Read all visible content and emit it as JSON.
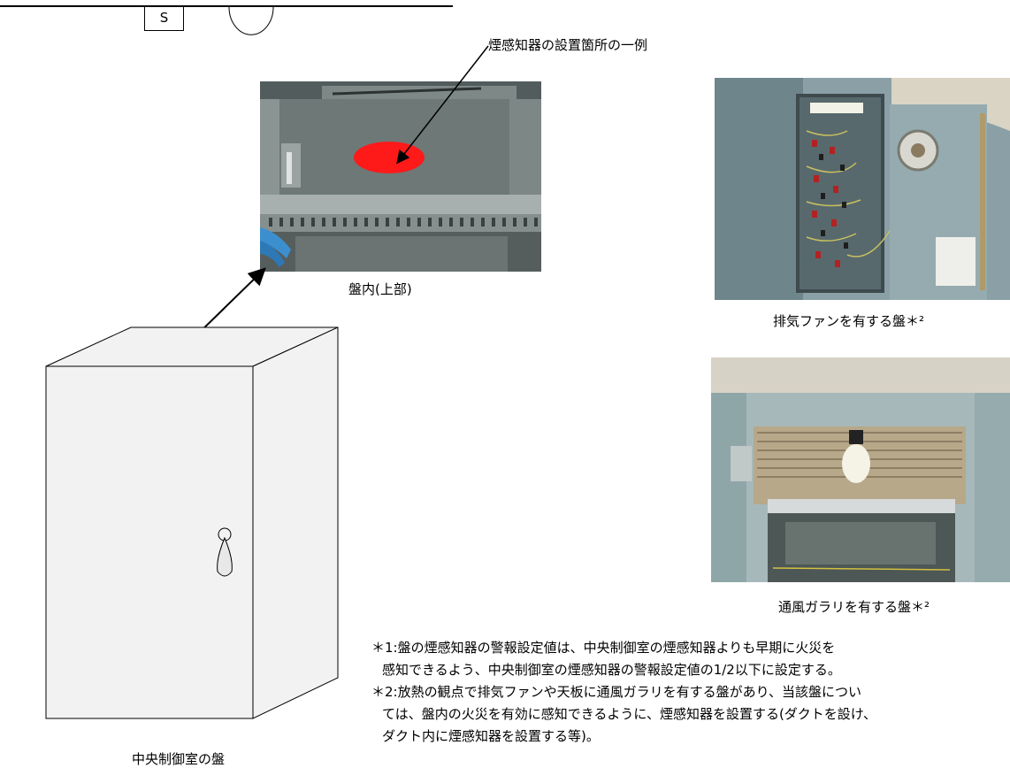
{
  "legend": {
    "smoke_symbol": "S"
  },
  "callout": "煙感知器の設置箇所の一例",
  "photos": {
    "interior_top": "盤内(上部)",
    "exhaust_fan": "排気ファンを有する盤＊²",
    "ventilation_gallery": "通風ガラリを有する盤＊²"
  },
  "cabinet_label": "中央制御室の盤",
  "notes": {
    "note1_line1": "＊1:盤の煙感知器の警報設定値は、中央制御室の煙感知器よりも早期に火災を",
    "note1_line2": "感知できるよう、中央制御室の煙感知器の警報設定値の1/2以下に設定する。",
    "note2_line1": "＊2:放熱の観点で排気ファンや天板に通風ガラリを有する盤があり、当該盤につい",
    "note2_line2": "ては、盤内の火災を有効に感知できるように、煙感知器を設置する(ダクトを設け、",
    "note2_line3": "ダクト内に煙感知器を設置する等)。"
  },
  "colors": {
    "highlight": "#ff1a1a",
    "cabinet_fill": "#f2f2f2"
  }
}
